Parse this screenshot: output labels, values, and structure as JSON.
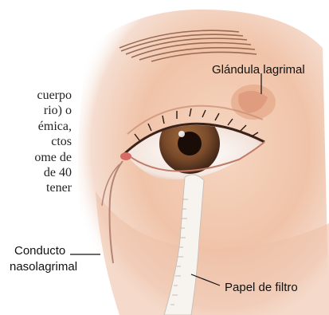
{
  "side_text": {
    "lines": [
      "cuerpo",
      "rio) o",
      "émica,",
      "ctos",
      "ome de",
      "de 40",
      "tener"
    ]
  },
  "labels": {
    "lacrimal_gland": "Glándula lagrimal",
    "nasolacrimal_duct_line1": "Conducto",
    "nasolacrimal_duct_line2": "nasolagrimal",
    "filter_paper": "Papel de filtro"
  },
  "colors": {
    "skin": "#f1c5ac",
    "skin_shadow": "#d8957c",
    "iris": "#7a4a2a",
    "pupil": "#1a0d08",
    "gland": "#e6a98a",
    "leader_line": "#111111"
  }
}
